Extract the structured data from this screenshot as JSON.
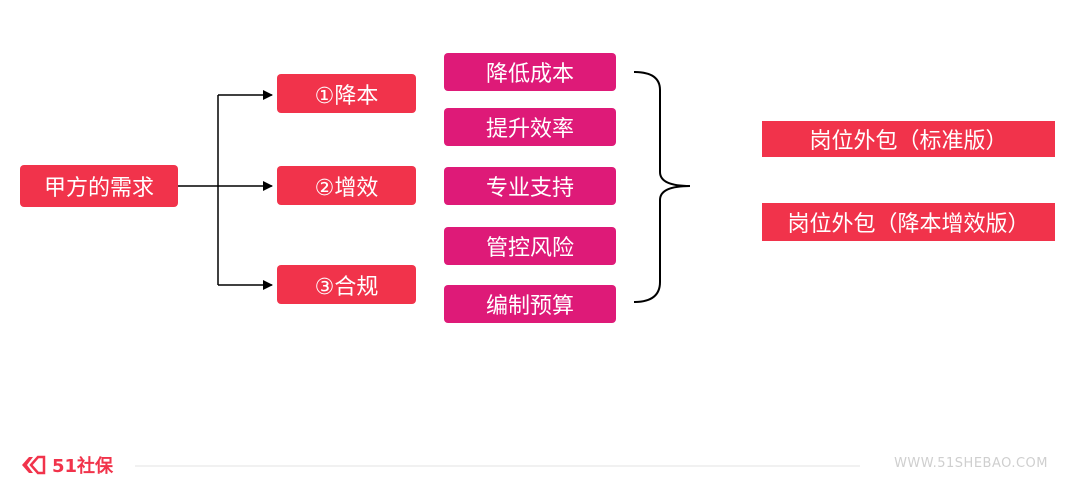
{
  "root": {
    "label": "甲方的需求"
  },
  "branches": [
    {
      "label": "①降本"
    },
    {
      "label": "②增效"
    },
    {
      "label": "③合规"
    }
  ],
  "details": [
    {
      "label": "降低成本"
    },
    {
      "label": "提升效率"
    },
    {
      "label": "专业支持"
    },
    {
      "label": "管控风险"
    },
    {
      "label": "编制预算"
    }
  ],
  "outcomes": [
    {
      "label": "岗位外包（标准版）"
    },
    {
      "label": "岗位外包（降本增效版）"
    }
  ],
  "footer": {
    "logo_text": "51社保",
    "url": "WWW.51SHEBAO.COM"
  },
  "colors": {
    "red": "#f1334b",
    "magenta": "#de1a78"
  }
}
